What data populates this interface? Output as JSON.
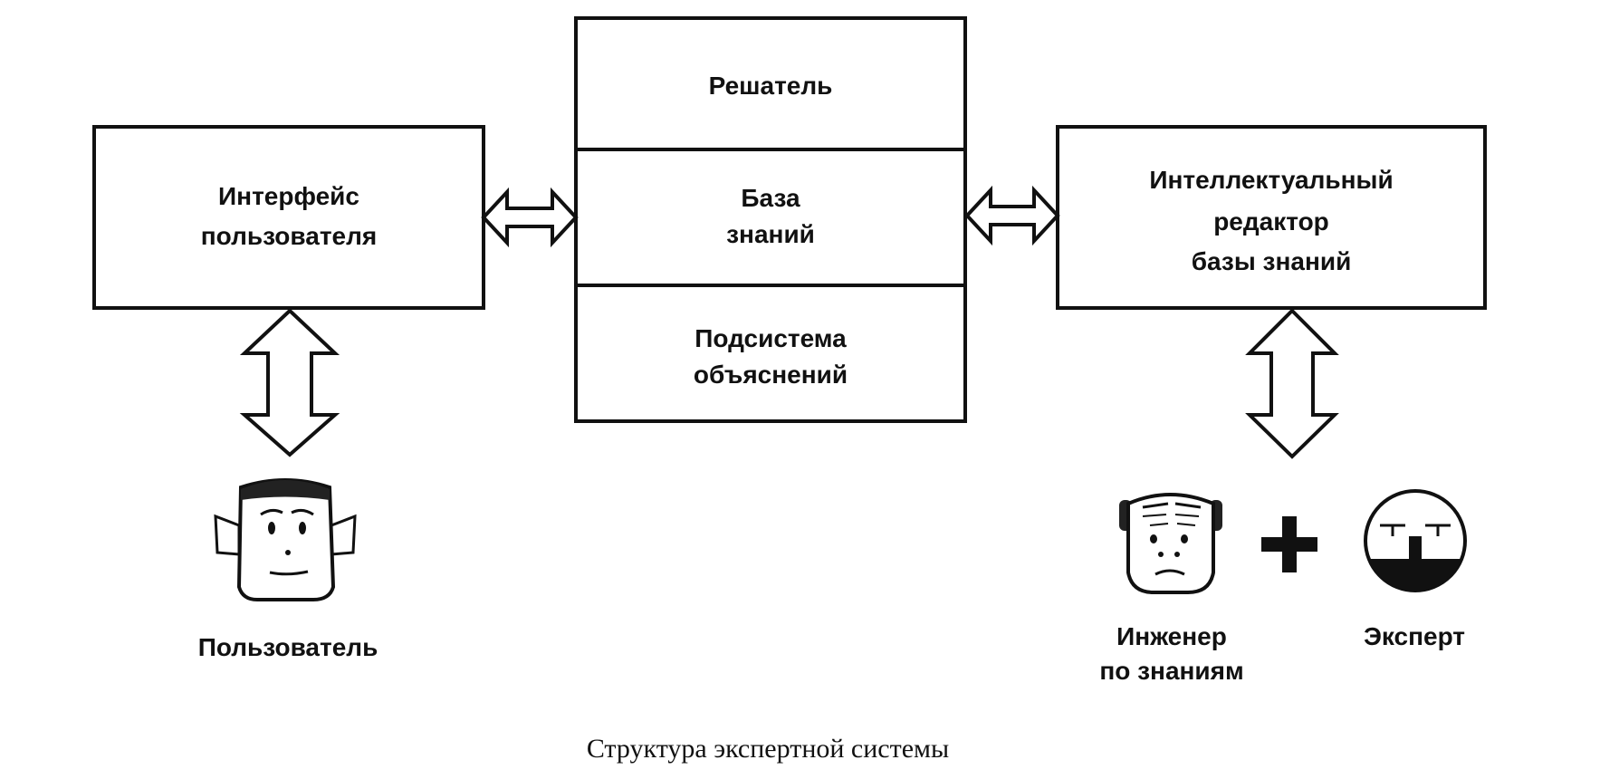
{
  "diagram": {
    "caption": "Структура экспертной системы",
    "user_interface": {
      "line1": "Интерфейс",
      "line2": "пользователя"
    },
    "core": {
      "solver": "Решатель",
      "knowledge_base": {
        "line1": "База",
        "line2": "знаний"
      },
      "explanation_subsystem": {
        "line1": "Подсистема",
        "line2": "объяснений"
      }
    },
    "kb_editor": {
      "line1": "Интеллектуальный",
      "line2": "редактор",
      "line3": "базы знаний"
    },
    "actors": {
      "user": "Пользователь",
      "knowledge_engineer": {
        "line1": "Инженер",
        "line2": "по знаниям"
      },
      "expert": "Эксперт"
    },
    "colors": {
      "ink": "#111111",
      "paper": "#ffffff"
    }
  }
}
